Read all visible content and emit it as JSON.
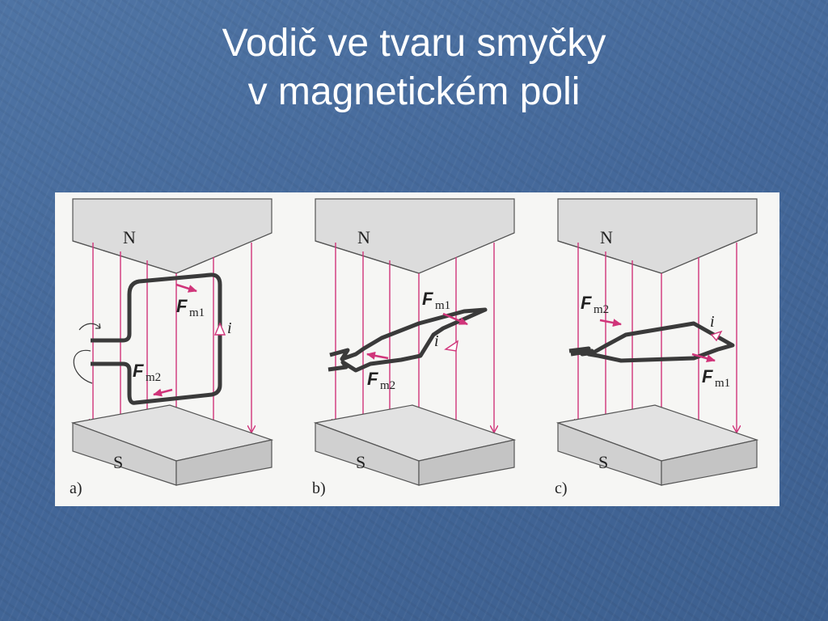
{
  "slide": {
    "title_line1": "Vodič ve tvaru smyčky",
    "title_line2": "v magnetickém poli"
  },
  "figure": {
    "panels": [
      {
        "label": "a)",
        "north": "N",
        "south": "S",
        "force_top": "m1",
        "force_bottom": "m2",
        "current": "i"
      },
      {
        "label": "b)",
        "north": "N",
        "south": "S",
        "force_top": "m1",
        "force_bottom": "m2",
        "current": "i"
      },
      {
        "label": "c)",
        "north": "N",
        "south": "S",
        "force_top": "m2",
        "force_bottom": "m1",
        "current": "i"
      }
    ],
    "force_symbol": "F",
    "colors": {
      "field_lines": "#d0357a",
      "magnet_face": "#dcdcdc",
      "magnet_side": "#c4c4c4",
      "wire": "#3a3a3a"
    }
  }
}
